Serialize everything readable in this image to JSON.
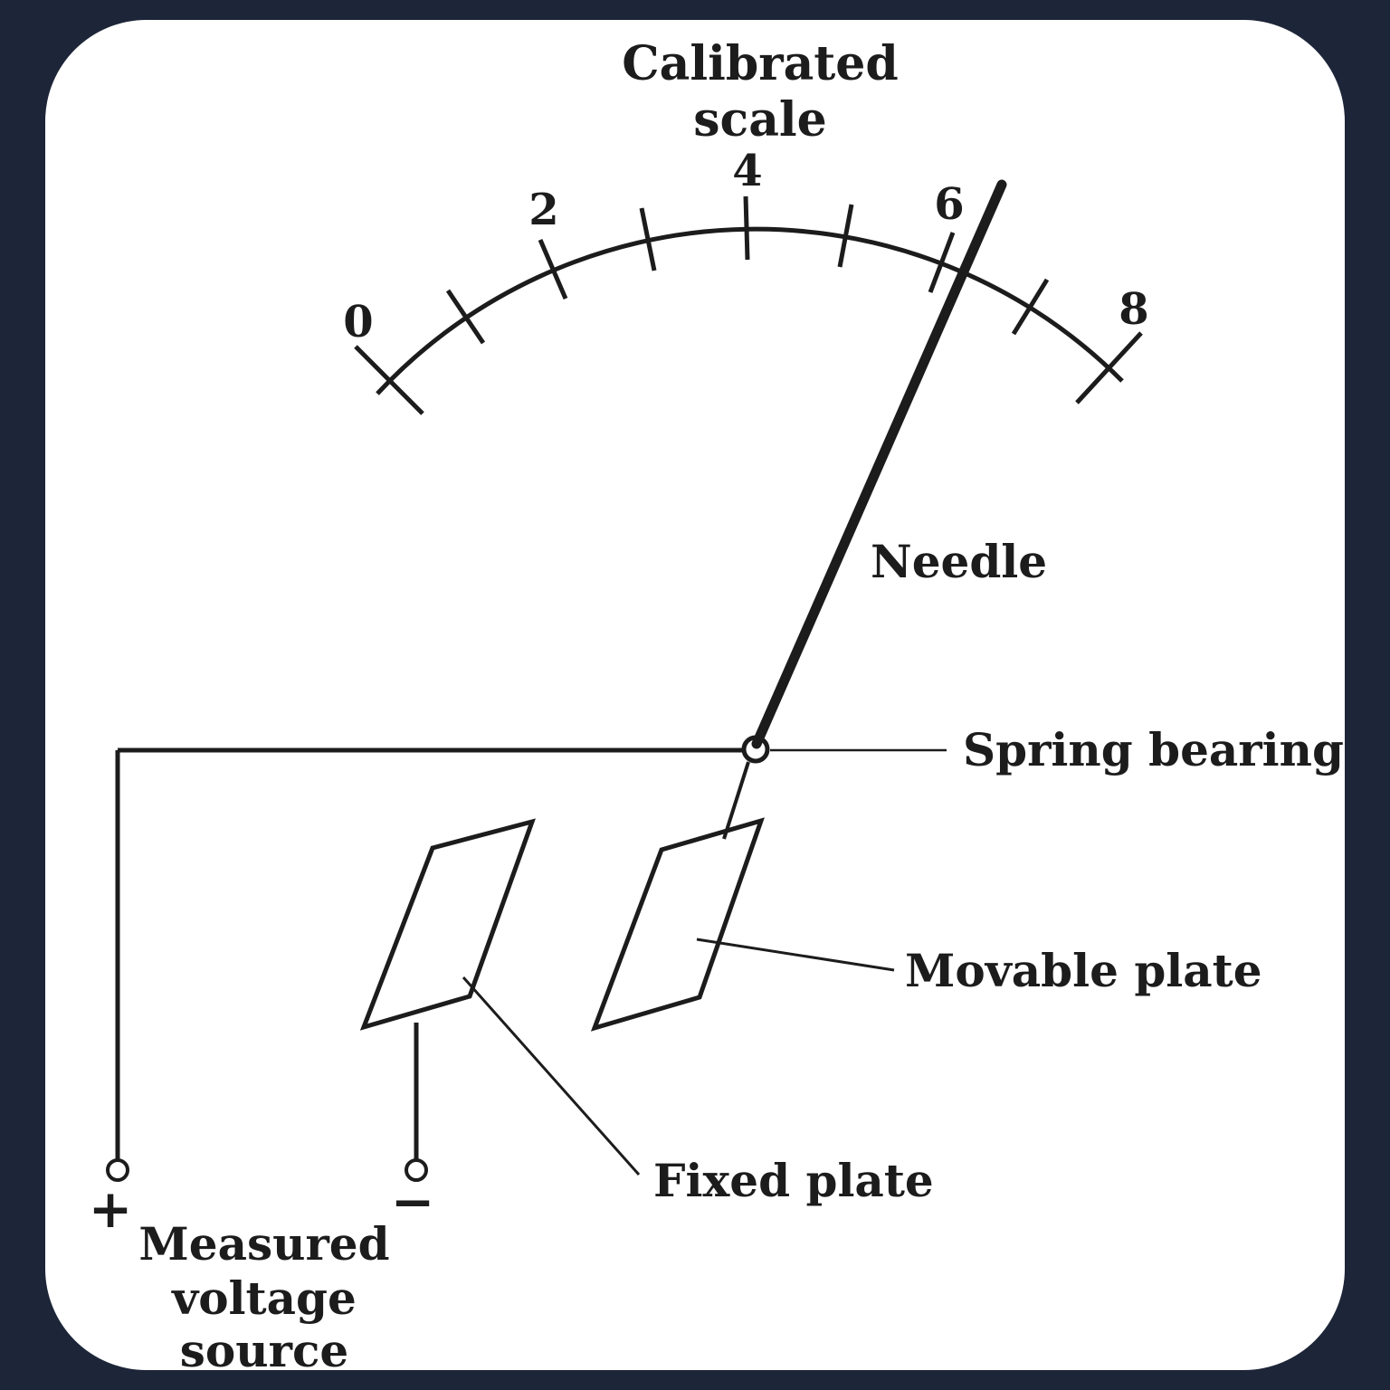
{
  "colors": {
    "frame_bg": "#1d2538",
    "panel_bg": "#ffffff",
    "ink": "#1c1c1c"
  },
  "meter": {
    "title_line1": "Calibrated",
    "title_line2": "scale",
    "tick_labels": [
      "0",
      "2",
      "4",
      "6",
      "8"
    ],
    "scale_min": 0,
    "scale_max": 8,
    "needle_position": 6.3
  },
  "labels": {
    "needle": "Needle",
    "spring_bearing": "Spring bearing",
    "movable_plate": "Movable plate",
    "fixed_plate": "Fixed plate",
    "plus_terminal": "+",
    "minus_terminal": "−",
    "source_line1": "Measured",
    "source_line2": "voltage",
    "source_line3": "source"
  }
}
